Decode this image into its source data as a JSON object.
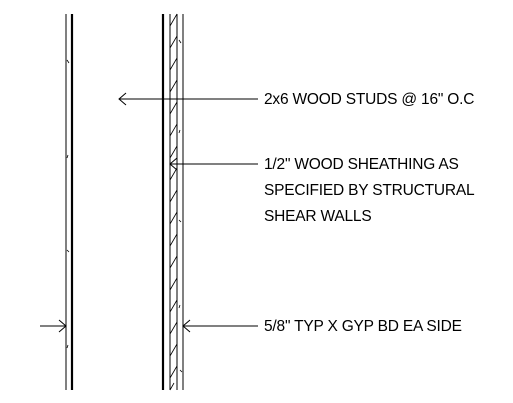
{
  "labels": {
    "studs": "2x6 WOOD STUDS @ 16\" O.C",
    "sheathing_line1": "1/2\" WOOD SHEATHING AS",
    "sheathing_line2": "SPECIFIED BY STRUCTURAL",
    "sheathing_line3": "SHEAR WALLS",
    "gyp": "5/8\" TYP X GYP BD EA SIDE"
  },
  "colors": {
    "line": "#000000",
    "background": "#ffffff"
  }
}
